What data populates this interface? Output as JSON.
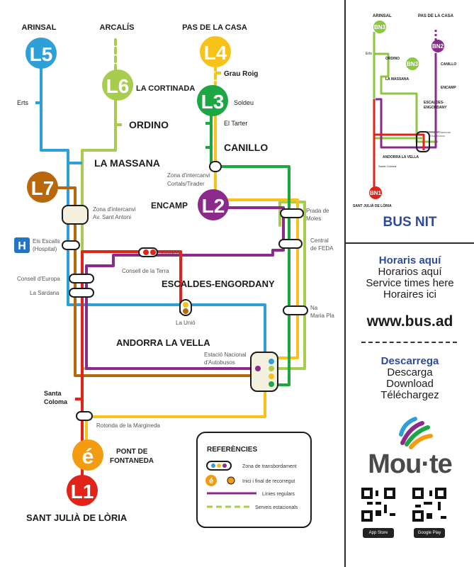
{
  "map": {
    "stops": {
      "arinsal": "ARINSAL",
      "arcalis": "ARCALÍS",
      "pas_de_la_casa": "PAS DE LA CASA",
      "grau_roig": "Grau Roig",
      "la_cortinada": "LA CORTINADA",
      "soldeu": "Soldeu",
      "el_tarter": "El Tarter",
      "erts": "Erts",
      "ordino": "ORDINO",
      "canillo": "CANILLO",
      "la_massana": "LA MASSANA",
      "zona_cortals_1": "Zona d'intercanvi",
      "zona_cortals_2": "Cortals/Tirader",
      "encamp": "ENCAMP",
      "zona_sant_antoni_1": "Zona d'intercanvi",
      "zona_sant_antoni_2": "Av. Sant Antoni",
      "prada_1": "Prada de",
      "prada_2": "Moles",
      "els_escalls_1": "Els Escalls",
      "els_escalls_2": "(Hospital)",
      "central_feda_1": "Central",
      "central_feda_2": "de FEDA",
      "caldea": "Caldea",
      "consell_terra": "Consell de la Terra",
      "consell_europa": "Consell d'Europa",
      "la_sardana": "La Sardana",
      "escaldes": "ESCALDES-ENGORDANY",
      "na_maria_1": "Na",
      "na_maria_2": "Maria Pla",
      "la_unio": "La Unió",
      "andorra_vella": "ANDORRA LA VELLA",
      "estacio_1": "Estació Nacional",
      "estacio_2": "d'Autobusos",
      "santa_coloma_1": "Santa",
      "santa_coloma_2": "Coloma",
      "rotonda": "Rotonda de la Margineda",
      "pont_1": "PONT DE",
      "pont_2": "FONTANEDA",
      "sant_julia": "SANT JULIÀ DE LÒRIA"
    },
    "lines": [
      {
        "id": "L5",
        "color": "#2f9fd8"
      },
      {
        "id": "L6",
        "color": "#a8cd4e"
      },
      {
        "id": "L4",
        "color": "#f7c31a"
      },
      {
        "id": "L3",
        "color": "#1da743"
      },
      {
        "id": "L7",
        "color": "#b8680a"
      },
      {
        "id": "L2",
        "color": "#8a2a8a"
      },
      {
        "id": "L1",
        "color": "#e2231a"
      }
    ],
    "hospital_icon_letter": "H",
    "e_icon_letter": "é",
    "legend": {
      "title": "REFERÈNCIES",
      "transfer": "Zona de transbordament",
      "start_end": "Inici i final de recorregut",
      "regular": "Línies regulars",
      "seasonal": "Serveis estacionals"
    }
  },
  "nit": {
    "stops": {
      "arinsal": "ARINSAL",
      "pas": "PAS DE LA CASA",
      "erts": "Erts",
      "ordino": "ORDINO",
      "canillo": "CANILLO",
      "la_massana": "LA MASSANA",
      "encamp": "ENCAMP",
      "escaldes_1": "ESCALDES-",
      "escaldes_2": "ENGORDANY",
      "estacio_1": "Estació Nacional",
      "estacio_2": "d'Autobusos",
      "andorra": "ANDORRA LA VELLA",
      "santa_coloma": "Santa Coloma",
      "sant_julia": "SANT JULIÀ DE LÒRIA"
    },
    "lines": [
      {
        "id": "BN3",
        "color": "#8dc63f"
      },
      {
        "id": "BN2",
        "color": "#8a2a8a"
      },
      {
        "id": "BN1",
        "color": "#e2231a"
      }
    ],
    "title": "BUS NIT"
  },
  "info": {
    "timetables": [
      "Horaris aquí",
      "Horarios aquí",
      "Service times here",
      "Horaires ici"
    ],
    "website": "www.bus.ad",
    "download": [
      "Descarrega",
      "Descarga",
      "Download",
      "Téléchargez"
    ],
    "brand": "Mou·te",
    "app_store": "App Store",
    "google_play": "Google Play"
  }
}
